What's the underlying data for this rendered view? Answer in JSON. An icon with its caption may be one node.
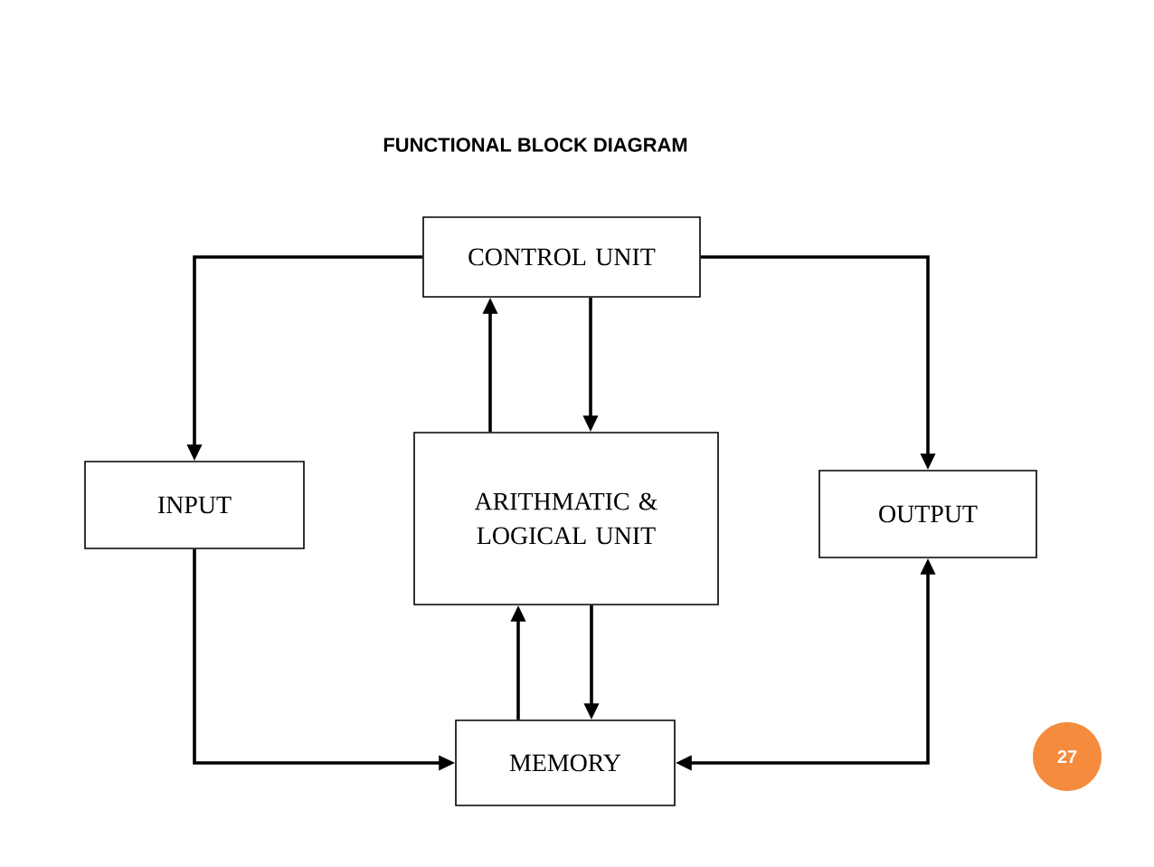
{
  "diagram": {
    "title": "FUNCTIONAL BLOCK  DIAGRAM",
    "nodes": [
      {
        "text": [
          "CONTROL UNIT"
        ]
      },
      {
        "text": [
          "INPUT"
        ]
      },
      {
        "text": [
          "ARITHMATIC & LOGICAL UNIT"
        ]
      },
      {
        "text": [
          "OUTPUT"
        ]
      },
      {
        "text": [
          "MEMORY"
        ]
      }
    ],
    "edges": [
      {
        "from": 0,
        "to": 1,
        "arrow": "to"
      },
      {
        "from": 0,
        "to": 3,
        "arrow": "to"
      },
      {
        "from": 2,
        "to": 0,
        "arrow": "to"
      },
      {
        "from": 0,
        "to": 2,
        "arrow": "to"
      },
      {
        "from": 4,
        "to": 2,
        "arrow": "to"
      },
      {
        "from": 2,
        "to": 4,
        "arrow": "to"
      },
      {
        "from": 1,
        "to": 4,
        "arrow": "to"
      },
      {
        "from": 4,
        "to": 3,
        "arrow": "both"
      }
    ],
    "labels": [
      "27"
    ]
  }
}
